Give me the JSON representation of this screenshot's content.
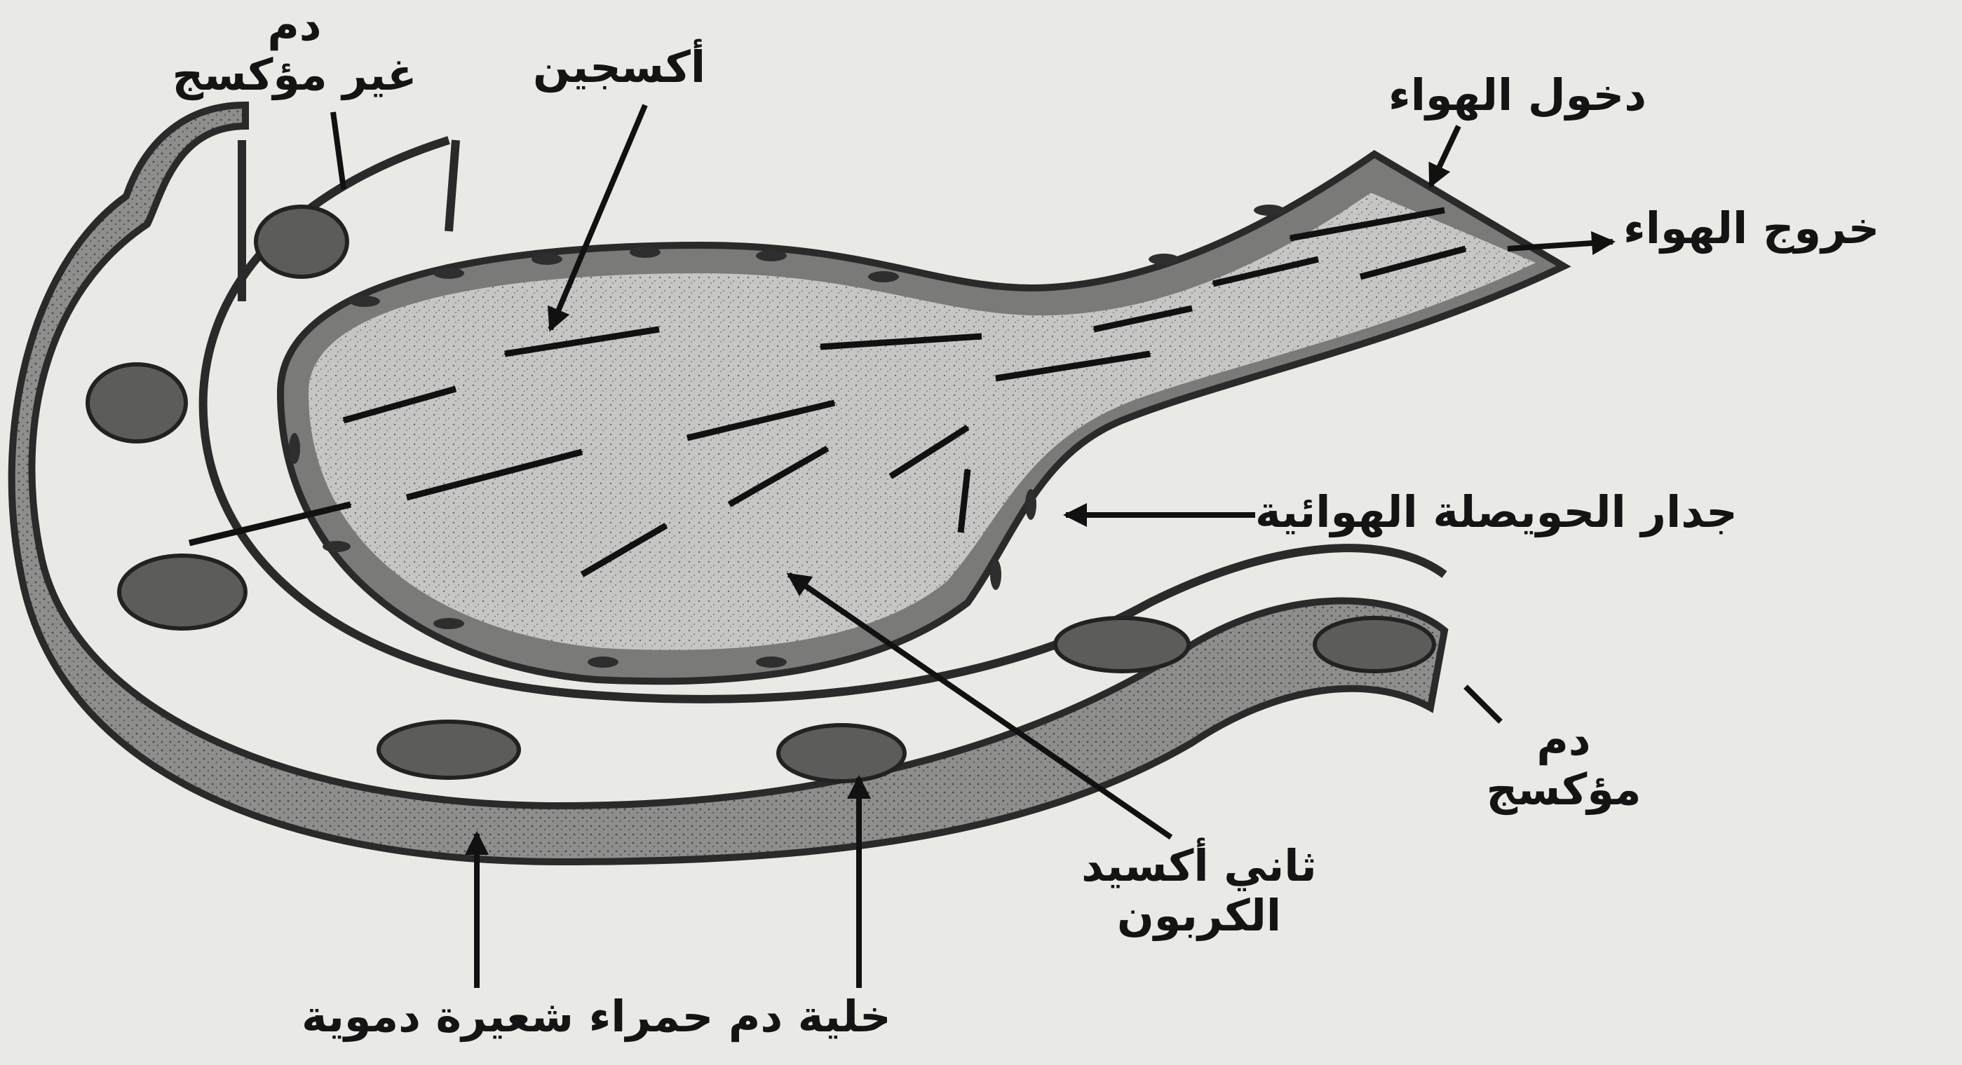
{
  "labels": {
    "deoxygenated_blood_line1": "دم",
    "deoxygenated_blood_line2": "غير مؤكسج",
    "oxygen": "أكسجين",
    "air_in": "دخول الهواء",
    "air_out": "خروج الهواء",
    "alveolus_wall": "جدار الحويصلة الهوائية",
    "oxygenated_blood_line1": "دم",
    "oxygenated_blood_line2": "مؤكسج",
    "co2_line1": "ثاني أكسيد",
    "co2_line2": "الكربون",
    "bottom_caption": "خلية دم حمراء شعيرة دموية"
  },
  "colors": {
    "paper": "#e9e9e6",
    "ink": "#141414",
    "alveolus_fill": "#c2c2c0",
    "capillary_fill": "#8c8c8a",
    "red_cell_fill": "#5c5c5a",
    "wall_fill": "#7a7a78"
  }
}
